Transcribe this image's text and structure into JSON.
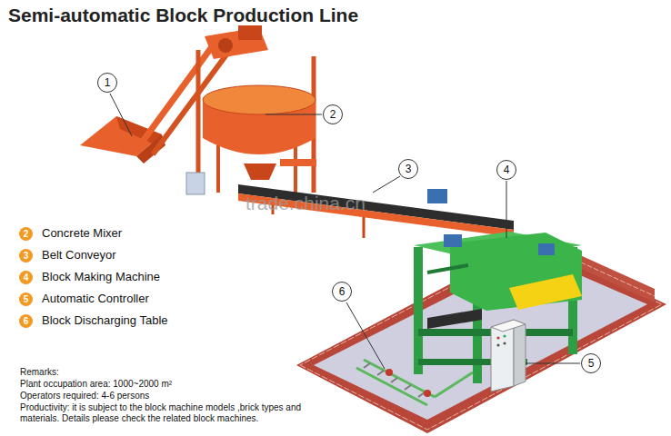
{
  "diagram": {
    "title": "Semi-automatic Block Production Line",
    "labels": [
      "1",
      "2",
      "3",
      "4",
      "5",
      "6",
      "2",
      "3",
      "4",
      "5",
      "6",
      "Remarks:",
      "Plant occupation area: 1000~2000 m²",
      "Operators required: 4-6 persons",
      "Productivity: it is subject to the block machine models ,brick types and materials. Details please check the related block machines.",
      "trade.china.cn"
    ],
    "legend": [
      {
        "text": "Concrete Mixer",
        "color": "#f29a21"
      },
      {
        "text": "Belt Conveyor",
        "color": "#f29a21"
      },
      {
        "text": "Block Making Machine",
        "color": "#f29a21"
      },
      {
        "text": "Automatic Controller",
        "color": "#f29a21"
      },
      {
        "text": "Block Discharging Table",
        "color": "#f29a21"
      }
    ]
  }
}
